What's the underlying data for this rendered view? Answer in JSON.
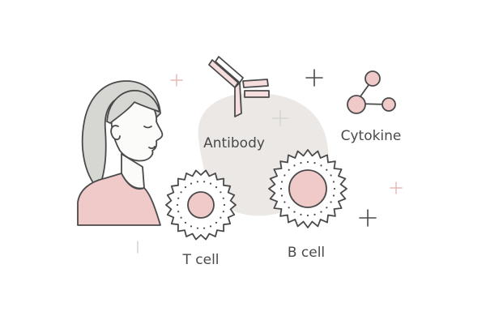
{
  "labels": {
    "antibody": "Antibody",
    "cytokine": "Cytokine",
    "t_cell": "T cell",
    "b_cell": "B cell"
  },
  "colors": {
    "outline": "#4a4a4a",
    "pink_fill": "#f0c9c9",
    "pink_accent": "#e6b3b3",
    "backdrop": "#ebe8e6",
    "skin": "#fbfbfa",
    "hair": "#d6d6d3"
  },
  "icons": [
    "person-icon",
    "antibody-icon",
    "cytokine-icon",
    "t-cell-icon",
    "b-cell-icon",
    "sparkle-icon"
  ]
}
